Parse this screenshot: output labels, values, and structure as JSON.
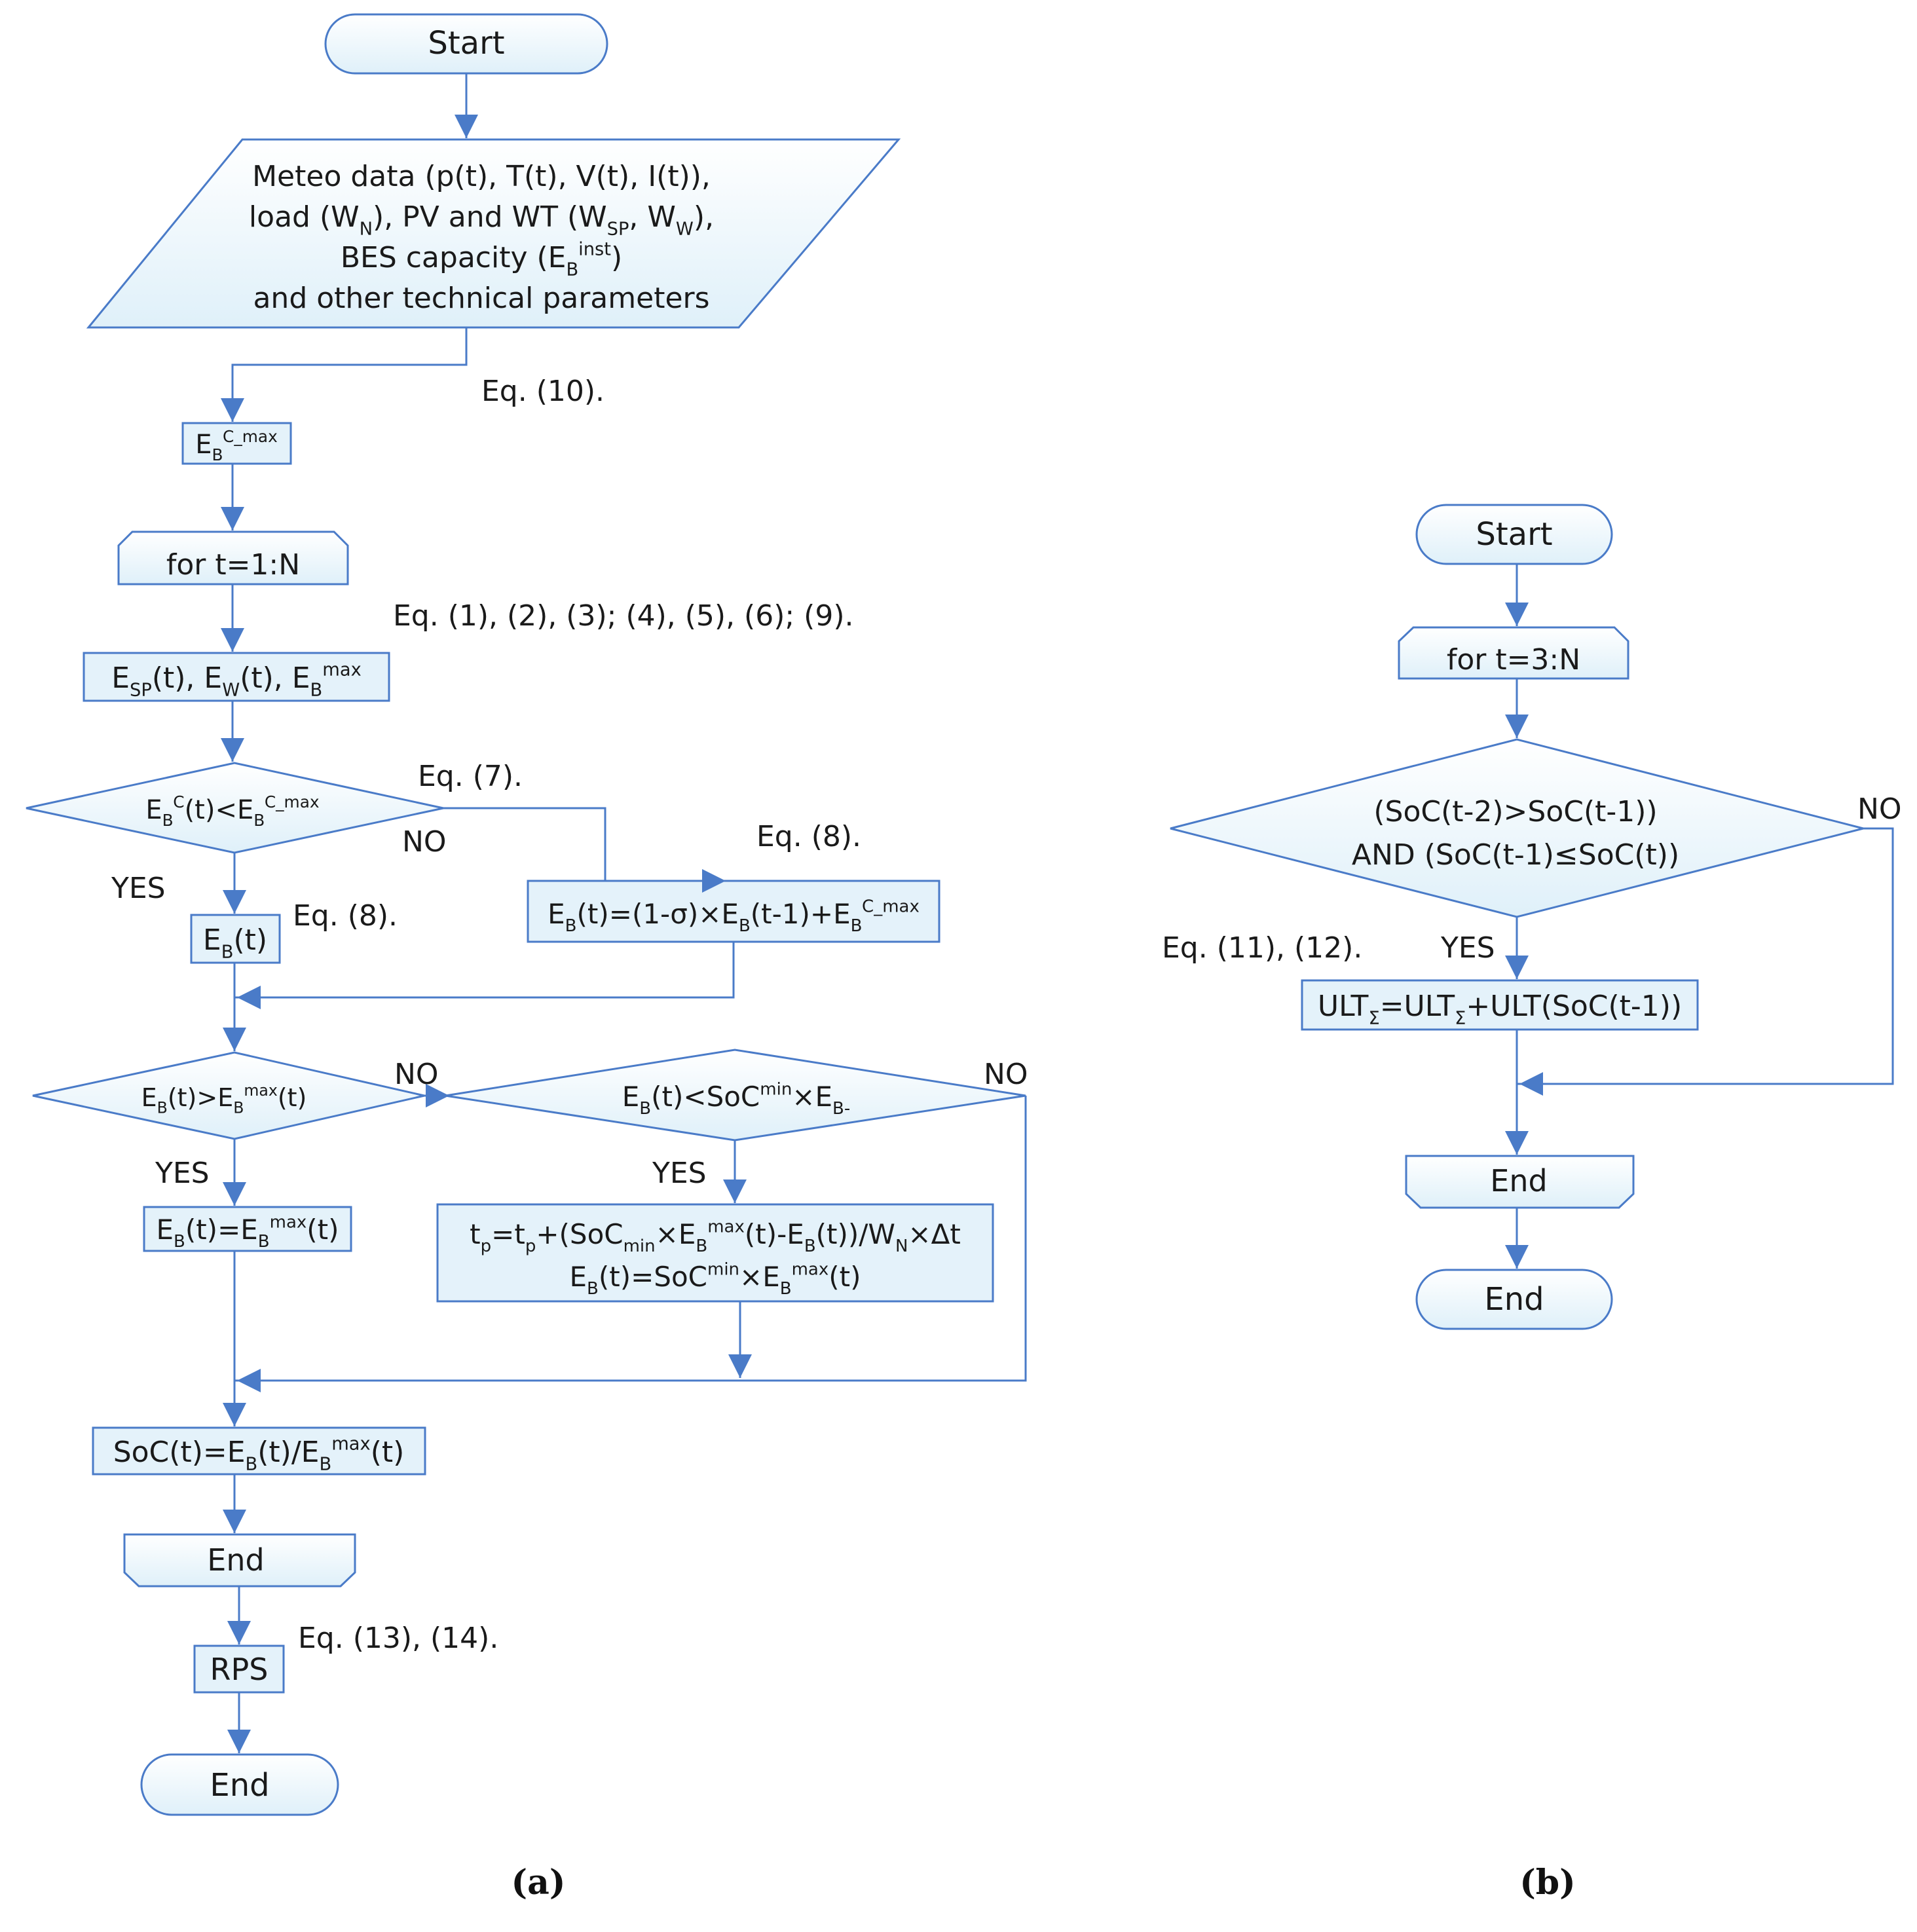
{
  "colors": {
    "stroke": "#4a7bc8",
    "fill_light": "#e4f2fa",
    "fill_white": "#ffffff",
    "text": "#1a1a1a"
  },
  "a": {
    "start": "Start",
    "input_lines": [
      [
        {
          "t": "Meteo data (p(t), T(t), V(t), I(t)),"
        }
      ],
      [
        {
          "t": "load (W"
        },
        {
          "t": "N",
          "s": "sub"
        },
        {
          "t": "), PV and WT (W"
        },
        {
          "t": "SP",
          "s": "sub"
        },
        {
          "t": ", W"
        },
        {
          "t": "W",
          "s": "sub"
        },
        {
          "t": "),"
        }
      ],
      [
        {
          "t": "BES capacity (E"
        },
        {
          "t": "B",
          "s": "sub"
        },
        {
          "t": "inst",
          "s": "sup"
        },
        {
          "t": ")"
        }
      ],
      [
        {
          "t": "and other technical parameters"
        }
      ]
    ],
    "eq10": "Eq. (10).",
    "ebc_max": [
      {
        "t": "E"
      },
      {
        "t": "B",
        "s": "sub"
      },
      {
        "t": "C_max",
        "s": "sup"
      }
    ],
    "for_loop": "for t=1:N",
    "eq_list": "Eq. (1), (2), (3); (4), (5), (6); (9).",
    "esp": [
      {
        "t": "E"
      },
      {
        "t": "SP",
        "s": "sub"
      },
      {
        "t": "(t), E"
      },
      {
        "t": "W",
        "s": "sub"
      },
      {
        "t": "(t), E"
      },
      {
        "t": "B",
        "s": "sub"
      },
      {
        "t": "max",
        "s": "sup"
      }
    ],
    "d1": [
      {
        "t": "E"
      },
      {
        "t": "B",
        "s": "sub"
      },
      {
        "t": "C",
        "s": "sup"
      },
      {
        "t": "(t)<E"
      },
      {
        "t": "B",
        "s": "sub"
      },
      {
        "t": "C_max",
        "s": "sup"
      }
    ],
    "eq7": "Eq. (7).",
    "no1": "NO",
    "yes1": "YES",
    "eq8a": "Eq. (8).",
    "eq8b": "Eq. (8).",
    "eb": [
      {
        "t": "E"
      },
      {
        "t": "B",
        "s": "sub"
      },
      {
        "t": "(t)"
      }
    ],
    "eb_formula": [
      {
        "t": "E"
      },
      {
        "t": "B",
        "s": "sub"
      },
      {
        "t": "(t)=(1-σ)×E"
      },
      {
        "t": "B",
        "s": "sub"
      },
      {
        "t": "(t-1)+E"
      },
      {
        "t": "B",
        "s": "sub"
      },
      {
        "t": "C_max",
        "s": "sup"
      }
    ],
    "d2": [
      {
        "t": "E"
      },
      {
        "t": "B",
        "s": "sub"
      },
      {
        "t": "(t)>E"
      },
      {
        "t": "B",
        "s": "sub"
      },
      {
        "t": "max",
        "s": "sup"
      },
      {
        "t": "(t)"
      }
    ],
    "no2": "NO",
    "d3": [
      {
        "t": "E"
      },
      {
        "t": "B",
        "s": "sub"
      },
      {
        "t": "(t)<SoC"
      },
      {
        "t": "min",
        "s": "sup"
      },
      {
        "t": "×E"
      },
      {
        "t": "B-",
        "s": "sub"
      }
    ],
    "no3": "NO",
    "yes2": "YES",
    "yes3": "YES",
    "eb_eq_max": [
      {
        "t": "E"
      },
      {
        "t": "B",
        "s": "sub"
      },
      {
        "t": "(t)=E"
      },
      {
        "t": "B",
        "s": "sub"
      },
      {
        "t": "max",
        "s": "sup"
      },
      {
        "t": "(t)"
      }
    ],
    "tp_line1": [
      {
        "t": "t"
      },
      {
        "t": "p",
        "s": "sub"
      },
      {
        "t": "=t"
      },
      {
        "t": "p",
        "s": "sub"
      },
      {
        "t": "+(SoC"
      },
      {
        "t": "min",
        "s": "sub"
      },
      {
        "t": "×E"
      },
      {
        "t": "B",
        "s": "sub"
      },
      {
        "t": "max",
        "s": "sup"
      },
      {
        "t": "(t)-E"
      },
      {
        "t": "B",
        "s": "sub"
      },
      {
        "t": "(t))/W"
      },
      {
        "t": "N",
        "s": "sub"
      },
      {
        "t": "×Δt"
      }
    ],
    "tp_line2": [
      {
        "t": "E"
      },
      {
        "t": "B",
        "s": "sub"
      },
      {
        "t": "(t)=SoC"
      },
      {
        "t": "min",
        "s": "sup"
      },
      {
        "t": "×E"
      },
      {
        "t": "B",
        "s": "sub"
      },
      {
        "t": "max",
        "s": "sup"
      },
      {
        "t": "(t)"
      }
    ],
    "soc": [
      {
        "t": "SoC(t)=E"
      },
      {
        "t": "B",
        "s": "sub"
      },
      {
        "t": "(t)/E"
      },
      {
        "t": "B",
        "s": "sub"
      },
      {
        "t": "max",
        "s": "sup"
      },
      {
        "t": "(t)"
      }
    ],
    "end_loop": "End",
    "eq13": "Eq. (13), (14).",
    "rps": "RPS",
    "end": "End",
    "caption": "(a)"
  },
  "b": {
    "start": "Start",
    "for_loop": "for t=3:N",
    "cond_line1": "(SoC(t-2)>SoC(t-1))",
    "cond_line2": "AND (SoC(t-1)≤SoC(t))",
    "no": "NO",
    "eq11": "Eq. (11), (12).",
    "yes": "YES",
    "ult": [
      {
        "t": "ULT"
      },
      {
        "t": "Σ",
        "s": "sub"
      },
      {
        "t": "=ULT"
      },
      {
        "t": "Σ",
        "s": "sub"
      },
      {
        "t": "+ULT(SoC(t-1))"
      }
    ],
    "end_loop": "End",
    "end": "End",
    "caption": "(b)"
  }
}
